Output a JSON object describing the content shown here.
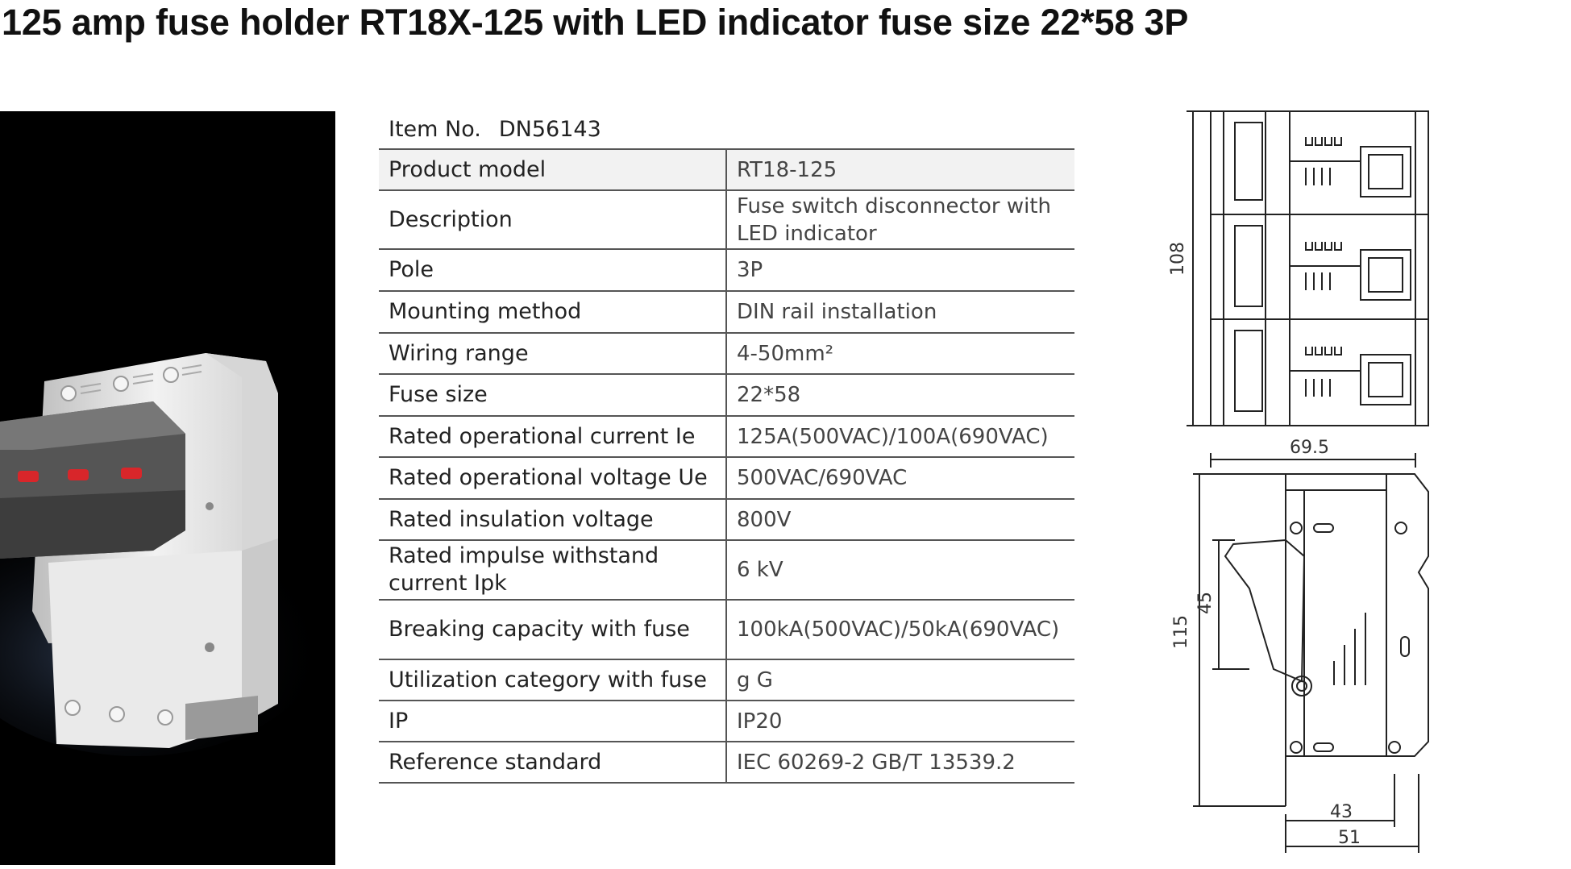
{
  "title": "125 amp fuse holder RT18X-125 with LED indicator fuse size 22*58 3P",
  "spec": {
    "item_no_label": "Item No.",
    "item_no_value": "DN56143",
    "rows": [
      {
        "key": "Product model",
        "value": "RT18-125"
      },
      {
        "key": "Description",
        "value": "Fuse switch disconnector with LED indicator"
      },
      {
        "key": "Pole",
        "value": "3P"
      },
      {
        "key": "Mounting method",
        "value": "DIN rail installation"
      },
      {
        "key": "Wiring range",
        "value": "4-50mm²"
      },
      {
        "key": "Fuse size",
        "value": "22*58"
      },
      {
        "key": "Rated operational current Ie",
        "value": "125A(500VAC)/100A(690VAC)"
      },
      {
        "key": "Rated operational voltage Ue",
        "value": "500VAC/690VAC"
      },
      {
        "key": "Rated insulation voltage",
        "value": "800V"
      },
      {
        "key": "Rated impulse withstand current Ipk",
        "value": "6 kV"
      },
      {
        "key": "Breaking capacity with fuse",
        "value": "100kA(500VAC)/50kA(690VAC)"
      },
      {
        "key": "Utilization category with fuse",
        "value": "g G"
      },
      {
        "key": "IP",
        "value": "IP20"
      },
      {
        "key": "Reference standard",
        "value": "IEC 60269-2   GB/T 13539.2"
      }
    ]
  },
  "drawing": {
    "dim_height_front": "108",
    "dim_width_front": "69.5",
    "dim_height_side": "115",
    "dim_handle": "45",
    "dim_depth_inner": "43",
    "dim_depth_outer": "51"
  },
  "colors": {
    "indicator_red": "#d8262a",
    "photo_bg": "#000000"
  }
}
